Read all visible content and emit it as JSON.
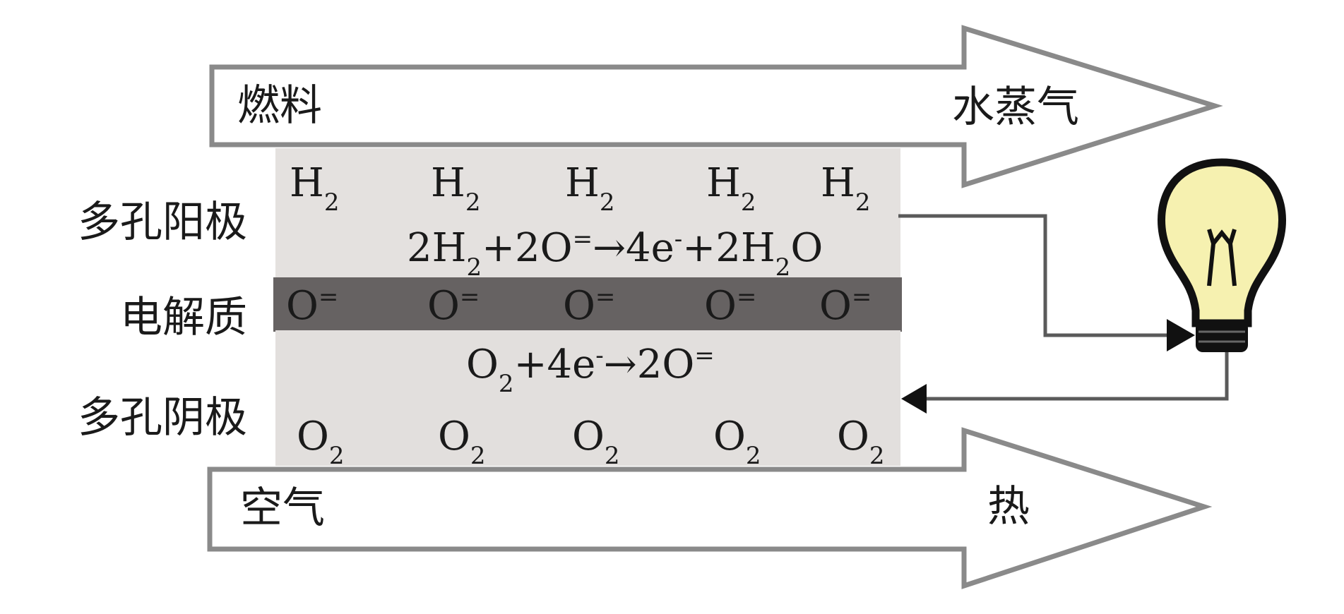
{
  "flows": {
    "fuel_in": "燃料",
    "steam_out": "水蒸气",
    "air_in": "空气",
    "heat_out": "热"
  },
  "layers": {
    "anode": "多孔阳极",
    "electrolyte": "电解质",
    "cathode": "多孔阴极"
  },
  "species": {
    "h2_base": "H",
    "o2_base": "O",
    "subscript_2": "2",
    "oxide_ion": "O",
    "double_minus": "=",
    "anode_count": 5,
    "electrolyte_count": 5,
    "cathode_count": 5
  },
  "reactions": {
    "anode": {
      "coef": "2H",
      "sub_h2": "2",
      "plus_2o": "+2O",
      "sup_oo": "=",
      "arrow_4e": "→4e",
      "sup_e": "-",
      "plus_2h": "+2H",
      "sub_h2o": "2",
      "o_tail": "O"
    },
    "cathode": {
      "o": "O",
      "sub_o2": "2",
      "plus_4e": "+4e",
      "sup_e": "-",
      "arrow_2o": "→2O",
      "sup_oo": "="
    }
  },
  "colors": {
    "arrow_stroke": "#8a8a8a",
    "anode_fill": "#e4e1df",
    "electrolyte_fill": "#666262",
    "cathode_fill": "#e2dfdd",
    "wire": "#5a5a5a",
    "bulb_glass": "#f6f1b0",
    "bulb_outline": "#111111",
    "text": "#1a1a1a"
  },
  "icons": {
    "bulb": "light-bulb-icon"
  }
}
